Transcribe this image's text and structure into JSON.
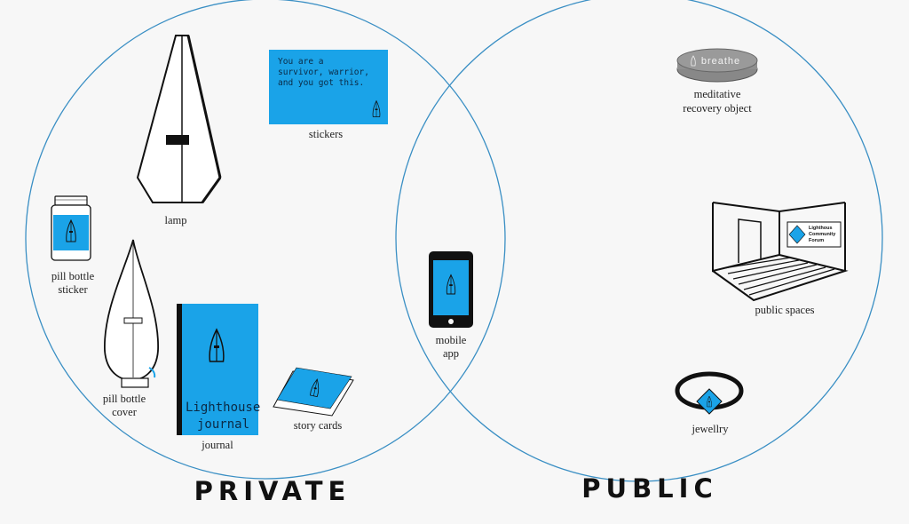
{
  "colors": {
    "accent": "#1aa3e8",
    "circle_stroke": "#3a8fc4",
    "background": "#f7f7f7",
    "ink": "#111111"
  },
  "sections": {
    "private": "PRIVATE",
    "public": "PUBLIC"
  },
  "items": {
    "lamp": "lamp",
    "stickers": "stickers",
    "pill_bottle_sticker": [
      "pill bottle",
      "sticker"
    ],
    "pill_bottle_cover": [
      "pill bottle",
      "cover"
    ],
    "journal": "journal",
    "story_cards": "story cards",
    "mobile_app": [
      "mobile",
      "app"
    ],
    "meditative_object": [
      "meditative",
      "recovery object"
    ],
    "public_spaces": "public spaces",
    "jewellry": "jewellry"
  },
  "sticker_text": [
    "You are a",
    "survivor, warrior,",
    "and you got this."
  ],
  "journal_cover": [
    "Lighthouse",
    "journal"
  ],
  "stone_text": "breathe",
  "forum_sign": [
    "Lighthous",
    "Community",
    "Forum"
  ]
}
